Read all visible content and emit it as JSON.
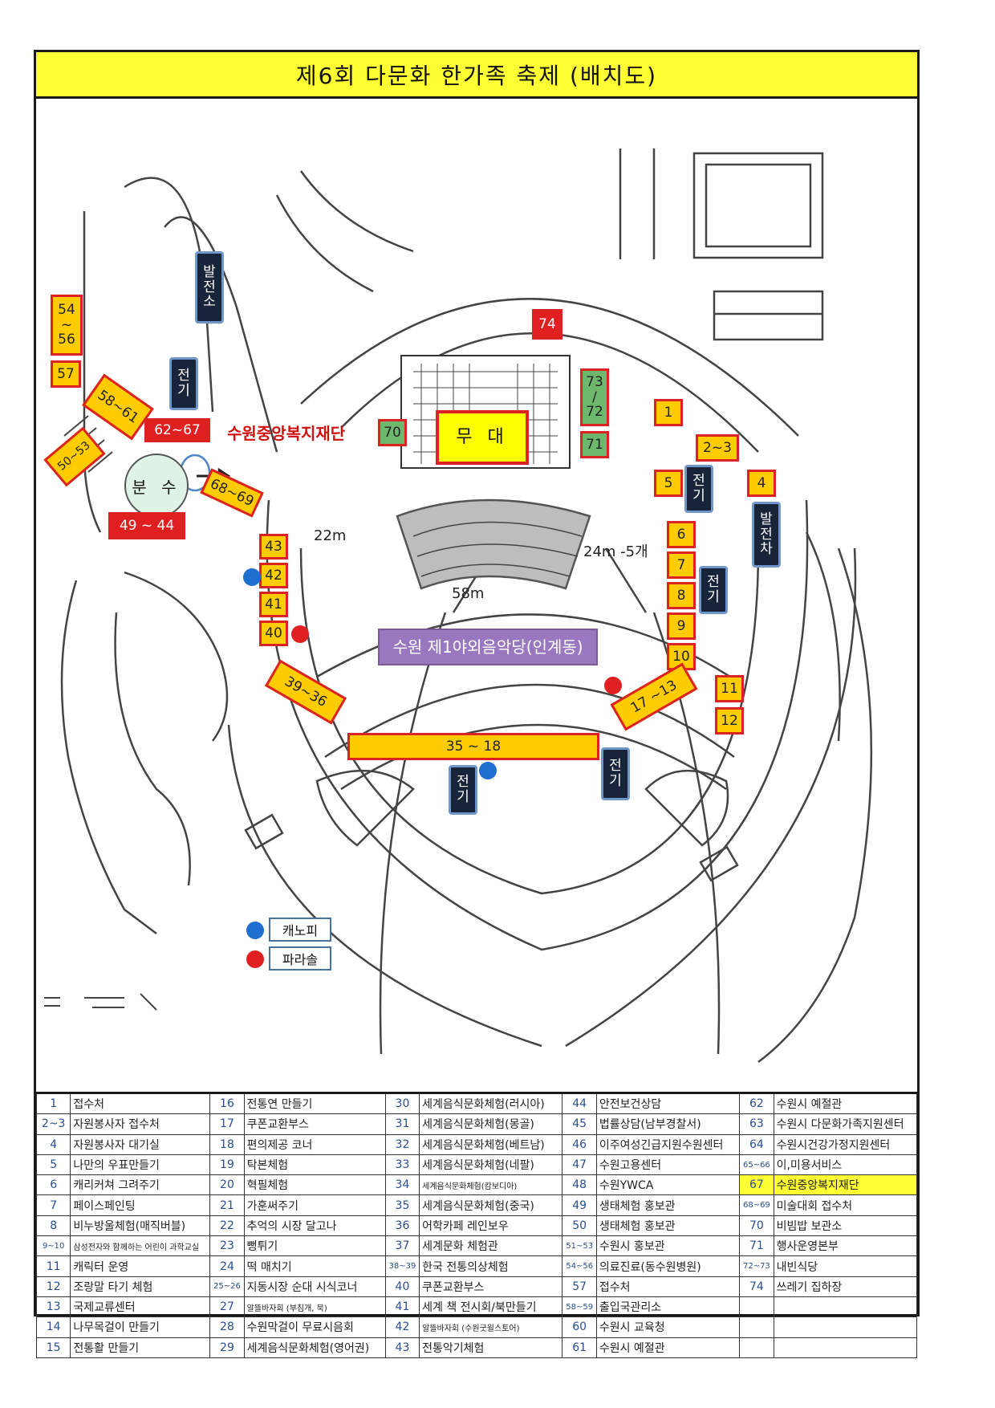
{
  "title": "제6회 다문화 한가족 축제 (배치도)",
  "map": {
    "fountain": "분 수",
    "stage": "무 대",
    "venue_banner": "수원 제1야외음악당(인계동)",
    "label_main": "수원중앙복지재단",
    "dist_22": "22m",
    "dist_24": "24m -5개",
    "dist_58": "58m",
    "booths": {
      "b54": [
        "54",
        "~",
        "56"
      ],
      "b57": "57",
      "b58": "58~61",
      "b50": "50~53",
      "b62": "62~67",
      "b68": "68~69",
      "b49": "49 ~ 44",
      "b74": "74",
      "b73": [
        "73",
        "/",
        "72"
      ],
      "b70": "70",
      "b71": "71",
      "b1": "1",
      "b23": "2~3",
      "b4": "4",
      "b5": "5",
      "b43": "43",
      "b42": "42",
      "b41": "41",
      "b40": "40",
      "b6": "6",
      "b7": "7",
      "b8": "8",
      "b9": "9",
      "b10": "10",
      "b11": "11",
      "b12": "12",
      "b3936": "39~36",
      "b1713": "17 ~13",
      "b3518": "35 ~ 18"
    },
    "utility": {
      "balj1": [
        "발",
        "전",
        "소"
      ],
      "elec_a": [
        "전",
        "기"
      ],
      "elec_b": [
        "전",
        "기"
      ],
      "elec_c": [
        "전",
        "기"
      ],
      "elec_d": [
        "전",
        "기"
      ],
      "elec_e": [
        "전",
        "기"
      ],
      "balj2": [
        "발",
        "전",
        "차"
      ]
    },
    "legend": {
      "canopy": "캐노피",
      "parasol": "파라솔"
    },
    "colors": {
      "booth": "#ffcc00",
      "main_booth": "#e02020",
      "hq": "#6db86d",
      "power": "#17243a",
      "canopy_dot": "#1e6fd0",
      "parasol_dot": "#e02020",
      "title_bg": "#ffff33"
    }
  },
  "table": [
    [
      [
        "1",
        "접수처"
      ],
      [
        "16",
        "전통연 만들기"
      ],
      [
        "30",
        "세계음식문화체험(러시아)"
      ],
      [
        "44",
        "안전보건상담"
      ],
      [
        "62",
        "수원시 예절관"
      ]
    ],
    [
      [
        "2~3",
        "자원봉사자 접수처"
      ],
      [
        "17",
        "쿠폰교환부스"
      ],
      [
        "31",
        "세계음식문화체험(몽골)"
      ],
      [
        "45",
        "법률상담(남부경찰서)"
      ],
      [
        "63",
        "수원시 다문화가족지원센터"
      ]
    ],
    [
      [
        "4",
        "자원봉사자 대기실"
      ],
      [
        "18",
        "편의제공 코너"
      ],
      [
        "32",
        "세계음식문화체험(베트남)"
      ],
      [
        "46",
        "이주여성긴급지원수원센터"
      ],
      [
        "64",
        "수원시건강가정지원센터"
      ]
    ],
    [
      [
        "5",
        "나만의 우표만들기"
      ],
      [
        "19",
        "탁본체험"
      ],
      [
        "33",
        "세계음식문화체험(네팔)"
      ],
      [
        "47",
        "수원고용센터"
      ],
      [
        "65~66",
        "이,미용서비스"
      ]
    ],
    [
      [
        "6",
        "캐리커쳐 그려주기"
      ],
      [
        "20",
        "혁필체험"
      ],
      [
        "34",
        "세계음식문화체험(캄보디아)"
      ],
      [
        "48",
        "수원YWCA"
      ],
      [
        "67",
        "수원중앙복지재단"
      ]
    ],
    [
      [
        "7",
        "페이스페인팅"
      ],
      [
        "21",
        "가훈써주기"
      ],
      [
        "35",
        "세계음식문화체험(중국)"
      ],
      [
        "49",
        "생태체험 홍보관"
      ],
      [
        "68~69",
        "미술대회 접수처"
      ]
    ],
    [
      [
        "8",
        "비누방울체험(매직버블)"
      ],
      [
        "22",
        "추억의 시장 달고나"
      ],
      [
        "36",
        "어학카페 레인보우"
      ],
      [
        "50",
        "생태체험 홍보관"
      ],
      [
        "70",
        "비빔밥 보관소"
      ]
    ],
    [
      [
        "9~10",
        "삼성전자와 함께하는 어린이 과학교실"
      ],
      [
        "23",
        "뻥튀기"
      ],
      [
        "37",
        "세계문화 체험관"
      ],
      [
        "51~53",
        "수원시 홍보관"
      ],
      [
        "71",
        "행사운영본부"
      ]
    ],
    [
      [
        "11",
        "캐릭터 운영"
      ],
      [
        "24",
        "떡 매치기"
      ],
      [
        "38~39",
        "한국 전통의상체험"
      ],
      [
        "54~56",
        "의료진료(동수원병원)"
      ],
      [
        "72~73",
        "내빈식당"
      ]
    ],
    [
      [
        "12",
        "조랑말 타기 체험"
      ],
      [
        "25~26",
        "지동시장 순대 시식코너"
      ],
      [
        "40",
        "쿠폰교환부스"
      ],
      [
        "57",
        "접수처"
      ],
      [
        "74",
        "쓰레기 집하장"
      ]
    ],
    [
      [
        "13",
        "국제교류센터"
      ],
      [
        "27",
        "알뜰바자회 (부침개, 묵)"
      ],
      [
        "41",
        "세계 책 전시회/북만들기"
      ],
      [
        "58~59",
        "출입국관리소"
      ],
      [
        "",
        ""
      ]
    ],
    [
      [
        "14",
        "나무목걸이 만들기"
      ],
      [
        "28",
        "수원막걸이 무료시음회"
      ],
      [
        "42",
        "알뜰바자회 (수원굿윌스토어)"
      ],
      [
        "60",
        "수원시 교육청"
      ],
      [
        "",
        ""
      ]
    ],
    [
      [
        "15",
        "전통활 만들기"
      ],
      [
        "29",
        "세계음식문화체험(영어권)"
      ],
      [
        "43",
        "전통악기체험"
      ],
      [
        "61",
        "수원시 예절관"
      ],
      [
        "",
        ""
      ]
    ]
  ]
}
